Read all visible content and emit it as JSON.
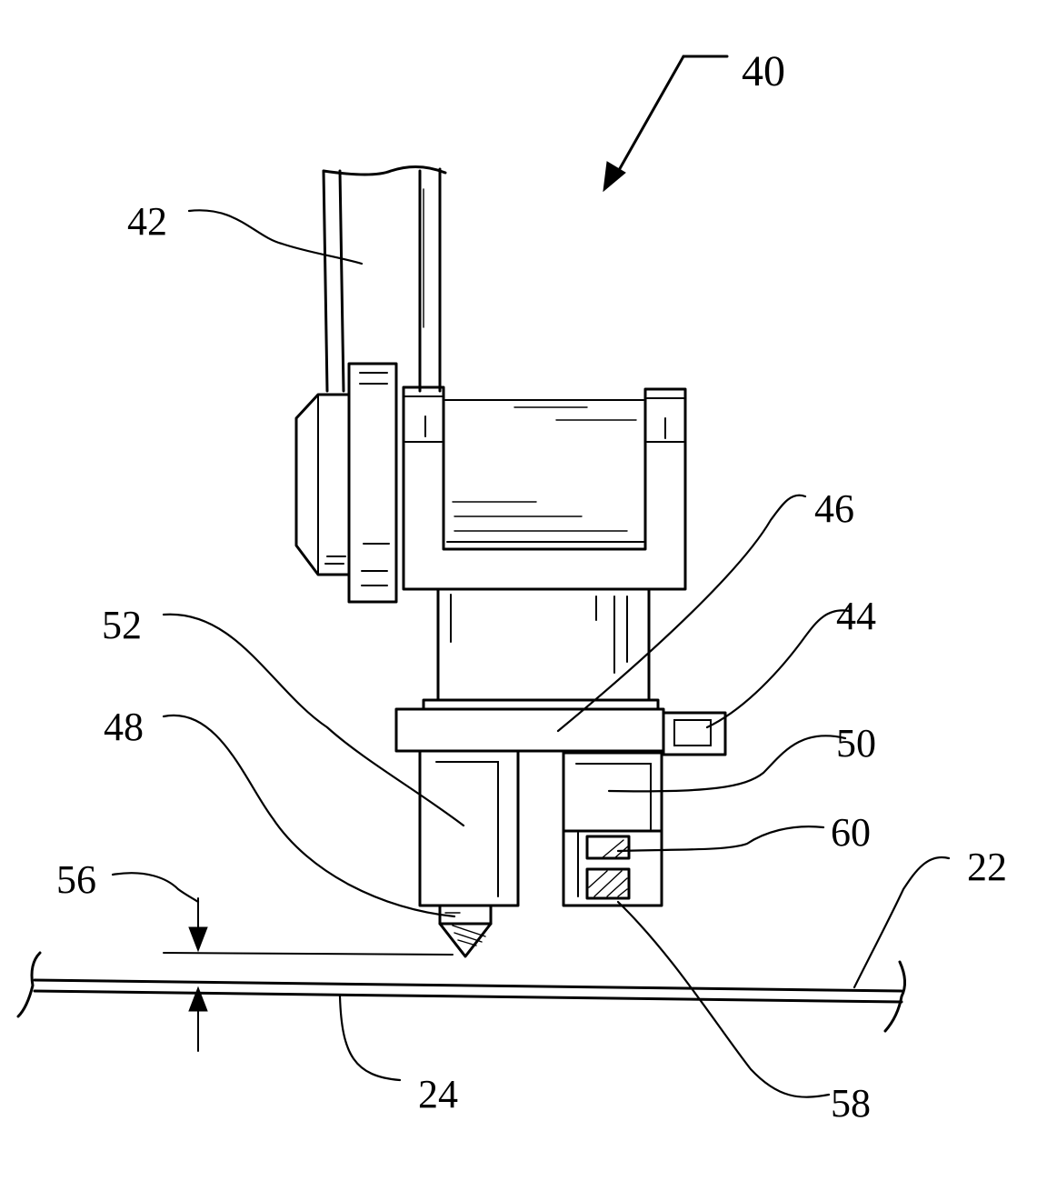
{
  "figure": {
    "reference_labels": {
      "r40": "40",
      "r42": "42",
      "r46": "46",
      "r44": "44",
      "r52": "52",
      "r48": "48",
      "r50": "50",
      "r60": "60",
      "r56": "56",
      "r22": "22",
      "r24": "24",
      "r58": "58"
    }
  }
}
